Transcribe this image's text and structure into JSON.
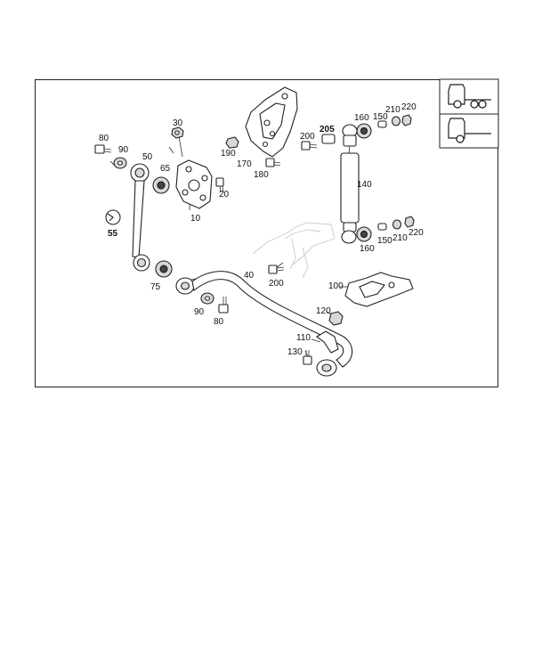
{
  "diagram": {
    "labels": {
      "p80a": "80",
      "p90a": "90",
      "p50": "50",
      "p65": "65",
      "p30": "30",
      "p10": "10",
      "p20": "20",
      "p55": "55",
      "p75": "75",
      "p90b": "90",
      "p80b": "80",
      "p190": "190",
      "p170": "170",
      "p180": "180",
      "p200a": "200",
      "p205": "205",
      "p160a": "160",
      "p150a": "150",
      "p210a": "210",
      "p220a": "220",
      "p140": "140",
      "p40": "40",
      "p200b": "200",
      "p160b": "160",
      "p150b": "150",
      "p210b": "210",
      "p220b": "220",
      "p100": "100",
      "p120": "120",
      "p110": "110",
      "p130": "130"
    }
  }
}
